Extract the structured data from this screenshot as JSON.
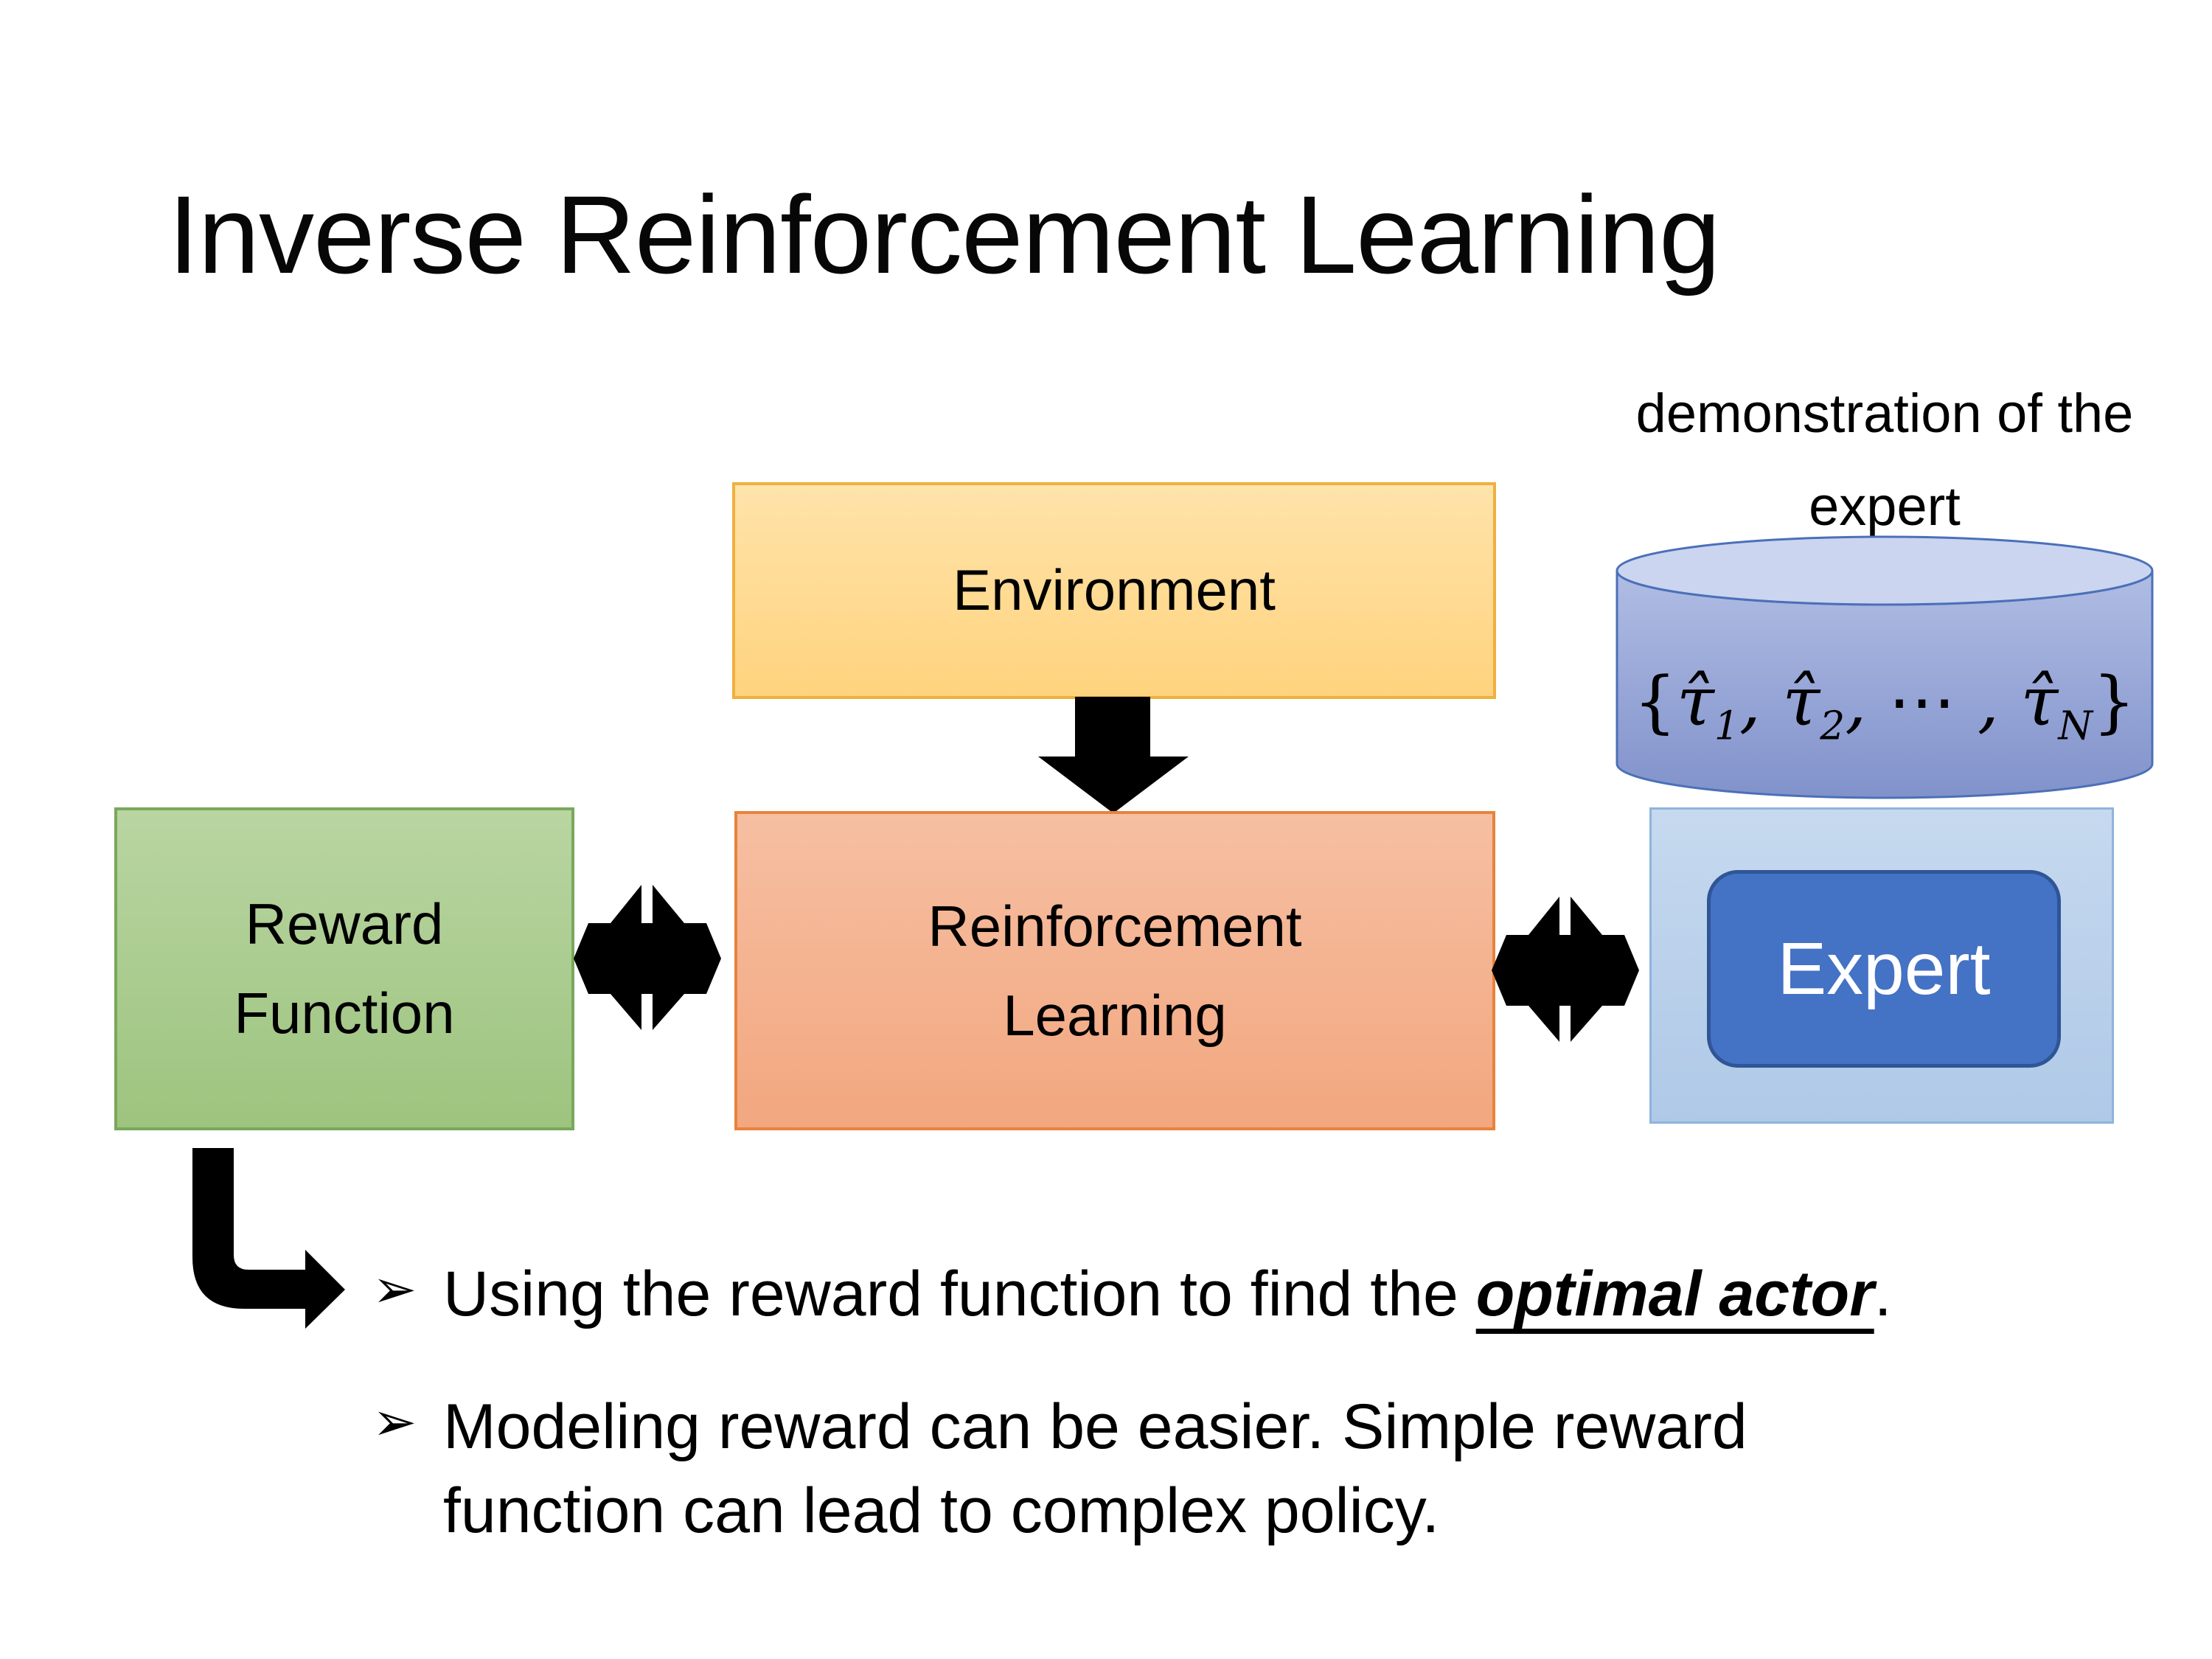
{
  "slide": {
    "title": "Inverse Reinforcement Learning"
  },
  "caption": {
    "line1": "demonstration",
    "line2": "of the expert"
  },
  "boxes": {
    "environment": {
      "label": "Environment"
    },
    "reward_function": {
      "line1": "Reward",
      "line2": "Function"
    },
    "reinforcement_learning": {
      "line1": "Reinforcement",
      "line2": "Learning"
    },
    "expert": {
      "label": "Expert"
    }
  },
  "cylinder": {
    "formula": {
      "open": "{",
      "tau1": "τ̂",
      "sub1": "1",
      "comma1": ", ",
      "tau2": "τ̂",
      "sub2": "2",
      "comma2": ", ",
      "dots": "⋯",
      "comma3": " , ",
      "tau3": "τ̂",
      "subN": "N",
      "close": "}"
    }
  },
  "bullets": {
    "marker": "➢",
    "item1": {
      "text_before": "Using the reward function to find the ",
      "emphasis": "optimal actor",
      "text_after": "."
    },
    "item2": {
      "text": "Modeling reward can be easier. Simple reward function can lead to complex policy."
    }
  },
  "icons": {
    "down_arrow": "black solid arrow pointing down from Environment to Reinforcement Learning",
    "exchange_arrow_left": "black double-headed exchange arrows between Reward Function and Reinforcement Learning",
    "exchange_arrow_right": "black double-headed exchange arrows between Reinforcement Learning and Expert",
    "elbow_arrow": "black bent elbow arrow from Reward Function down to bullet list",
    "database": "blue cylinder database holding expert demonstration trajectories"
  },
  "colors": {
    "background": "#FFFFFF",
    "text": "#000000",
    "environment_fill_top": "#FFE3AA",
    "environment_fill_bottom": "#FFD37E",
    "environment_border": "#EFAF3F",
    "rl_fill_top": "#F6BFA2",
    "rl_fill_bottom": "#F2A77F",
    "rl_border": "#E8833C",
    "reward_fill_top": "#B9D5A2",
    "reward_fill_bottom": "#9DC47F",
    "reward_border": "#79A85B",
    "expert_panel_fill_top": "#C6D9EF",
    "expert_panel_fill_bottom": "#AFC9E7",
    "expert_panel_border": "#8EB4DC",
    "expert_chip_fill": "#4472C4",
    "expert_chip_border": "#2F5597",
    "expert_chip_text": "#FFFFFF",
    "cylinder_top": "#CBD5F0",
    "cylinder_body_top": "#B0BDE4",
    "cylinder_body_bottom": "#8192CB",
    "cylinder_border": "#4B70B8",
    "arrow": "#000000"
  }
}
